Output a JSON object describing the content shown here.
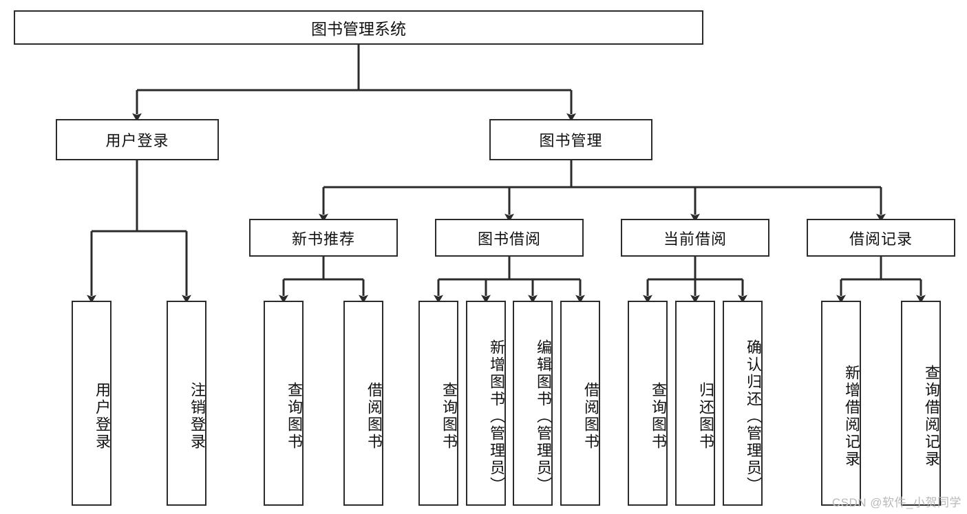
{
  "diagram": {
    "type": "tree",
    "title": "图书管理系统",
    "root": {
      "id": "root",
      "label": "图书管理系统"
    },
    "level1": [
      {
        "id": "login",
        "label": "用户登录"
      },
      {
        "id": "bookmgmt",
        "label": "图书管理"
      }
    ],
    "level2": [
      {
        "id": "newbook",
        "label": "新书推荐",
        "parent": "bookmgmt"
      },
      {
        "id": "borrow",
        "label": "图书借阅",
        "parent": "bookmgmt"
      },
      {
        "id": "current",
        "label": "当前借阅",
        "parent": "bookmgmt"
      },
      {
        "id": "record",
        "label": "借阅记录",
        "parent": "bookmgmt"
      }
    ],
    "leaves": [
      {
        "id": "leaf-1",
        "label": "用户登录",
        "parent": "login"
      },
      {
        "id": "leaf-2",
        "label": "注销登录",
        "parent": "login"
      },
      {
        "id": "leaf-3",
        "label": "查询图书",
        "parent": "newbook"
      },
      {
        "id": "leaf-4",
        "label": "借阅图书",
        "parent": "newbook"
      },
      {
        "id": "leaf-5",
        "label": "查询图书",
        "parent": "borrow"
      },
      {
        "id": "leaf-6",
        "label": "新增图书（管理员）",
        "parent": "borrow"
      },
      {
        "id": "leaf-7",
        "label": "编辑图书（管理员）",
        "parent": "borrow"
      },
      {
        "id": "leaf-8",
        "label": "借阅图书",
        "parent": "borrow"
      },
      {
        "id": "leaf-9",
        "label": "查询图书",
        "parent": "current"
      },
      {
        "id": "leaf-10",
        "label": "归还图书",
        "parent": "current"
      },
      {
        "id": "leaf-11",
        "label": "确认归还（管理员）",
        "parent": "current"
      },
      {
        "id": "leaf-12",
        "label": "新增借阅记录",
        "parent": "record"
      },
      {
        "id": "leaf-13",
        "label": "查询借阅记录",
        "parent": "record"
      }
    ],
    "colors": {
      "stroke": "#2b2b2b",
      "fill": "#ffffff",
      "text": "#111111",
      "watermark": "#b9b9b9"
    }
  },
  "watermark": {
    "text": "CSDN @软件_小贺同学"
  }
}
